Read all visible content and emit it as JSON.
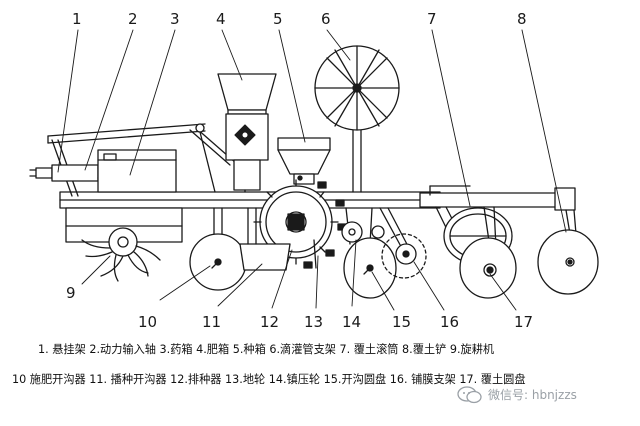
{
  "callouts": [
    "1",
    "2",
    "3",
    "4",
    "5",
    "6",
    "7",
    "8",
    "9",
    "10",
    "11",
    "12",
    "13",
    "14",
    "15",
    "16",
    "17"
  ],
  "legend": {
    "line1": "1. 悬挂架 2.动力输入轴 3.药箱 4.肥箱 5.种箱 6.滴灌管支架 7. 覆土滚筒 8.覆土铲 9.旋耕机",
    "line2": "10 施肥开沟器 11. 播种开沟器 12.排种器 13.地轮 14.镇压轮 15.开沟圆盘 16. 铺膜支架 17. 覆土圆盘"
  },
  "watermark": {
    "text": "微信号: hbnjzzs",
    "icon": "wechat-icon"
  },
  "colors": {
    "stroke": "#1a1a1a",
    "background": "#ffffff",
    "watermark": "#9aa0a6"
  }
}
